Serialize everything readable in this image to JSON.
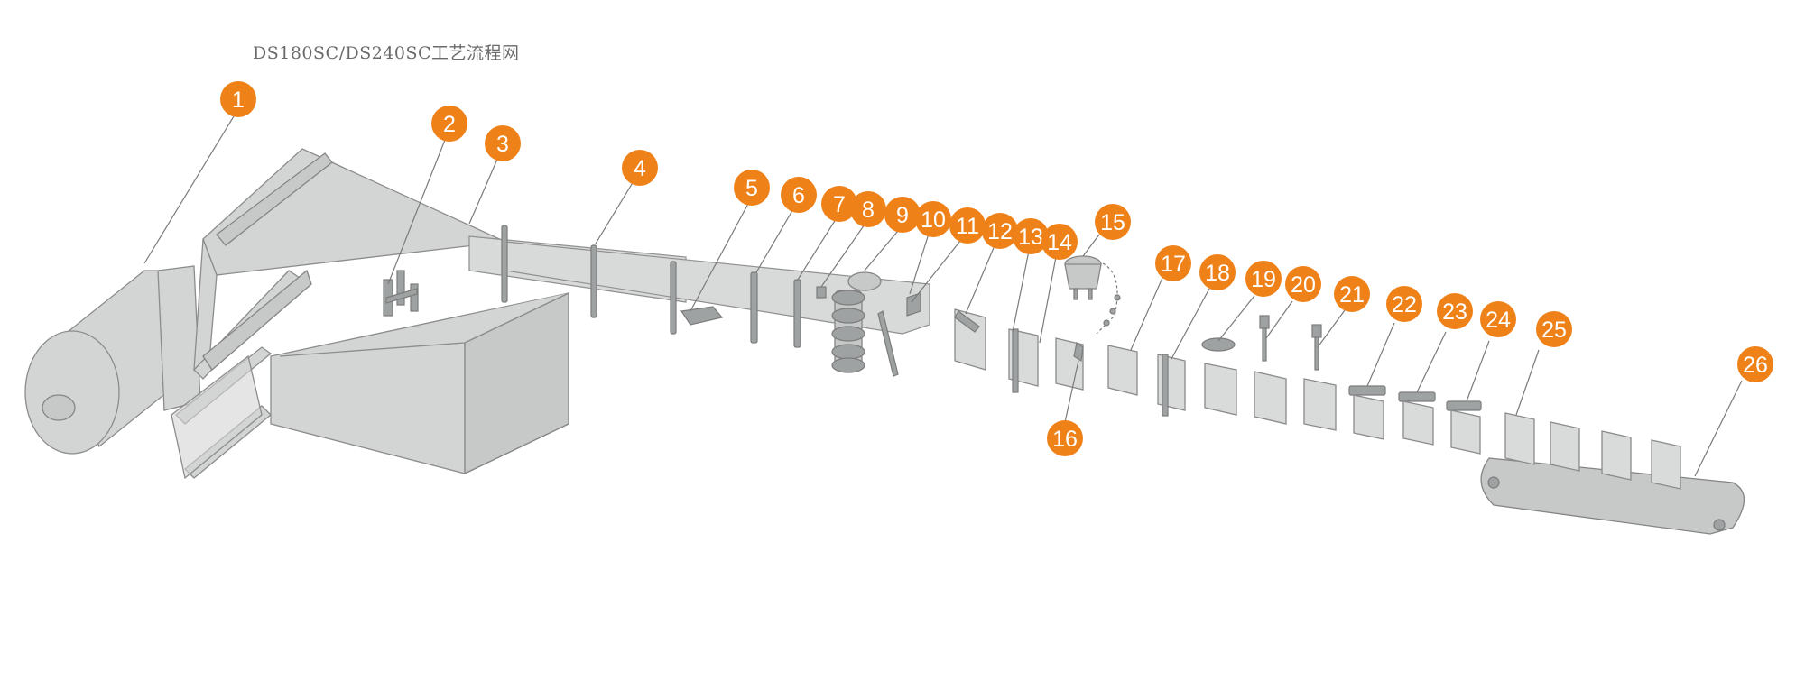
{
  "title": "DS180SC/DS240SC工艺流程网",
  "badges": [
    "1",
    "2",
    "3",
    "4",
    "5",
    "6",
    "7",
    "8",
    "9",
    "10",
    "11",
    "12",
    "13",
    "14",
    "15",
    "16",
    "17",
    "18",
    "19",
    "20",
    "21",
    "22",
    "23",
    "24",
    "25",
    "26"
  ],
  "colors": {
    "badge": "#ef8119",
    "machine": "#d3d4d4",
    "outline": "#8c8c8c",
    "leader": "#7a7a7a"
  }
}
